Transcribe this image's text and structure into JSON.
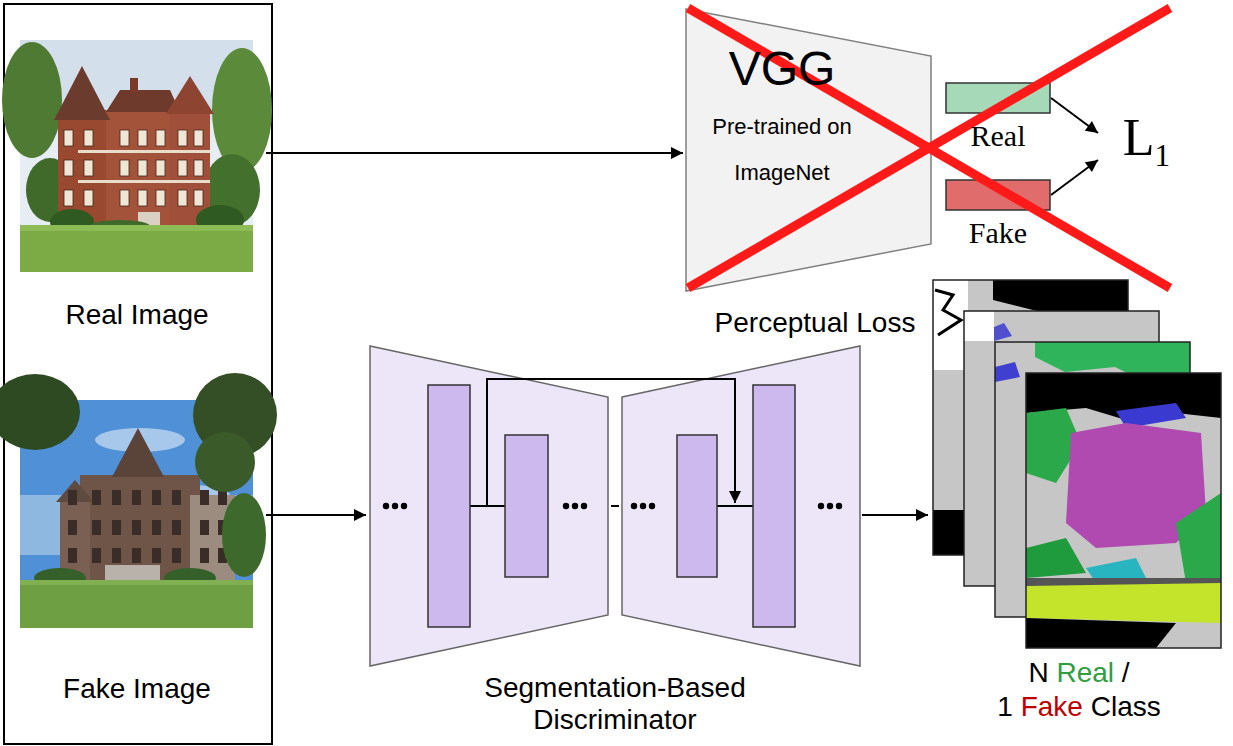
{
  "diagram": {
    "nodes": [
      {
        "text": [
          "Real Image"
        ]
      },
      {
        "text": [
          "Fake Image"
        ]
      },
      {
        "text": [
          "VGG",
          "Pre-trained on ImageNet"
        ]
      },
      {
        "text": [
          "Real"
        ]
      },
      {
        "text": [
          "Fake"
        ]
      },
      {
        "text": [
          "L1"
        ]
      },
      {
        "text": [
          "Segmentation-Based Discriminator"
        ]
      },
      {
        "text": [
          "N Real / 1 Fake Class"
        ]
      }
    ],
    "edges": [
      {
        "from": 0,
        "to": 2,
        "arrow": "to"
      },
      {
        "from": 1,
        "to": 6,
        "arrow": "to"
      },
      {
        "from": 6,
        "to": 7,
        "arrow": "to"
      },
      {
        "from": 3,
        "to": 5,
        "arrow": "to"
      },
      {
        "from": 4,
        "to": 5,
        "arrow": "to"
      }
    ],
    "labels": [
      "Perceptual Loss"
    ]
  }
}
